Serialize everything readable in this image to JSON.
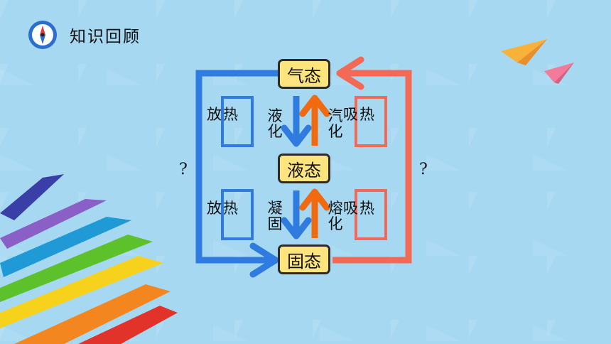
{
  "header": {
    "title": "知识回顾",
    "icon": "compass-icon"
  },
  "states": {
    "gas": "气态",
    "liquid": "液态",
    "solid": "固态"
  },
  "processes": {
    "liquefaction": "液化",
    "vaporization": "汽化",
    "solidification": "凝固",
    "melting": "熔化"
  },
  "heat": {
    "release": "放热",
    "absorb": "吸热"
  },
  "unknown": {
    "left": "?",
    "right": "?"
  },
  "colors": {
    "blue": "#2f7be0",
    "red": "#f26a55",
    "orange": "#f26a10",
    "box_fill": "#fde47c"
  }
}
